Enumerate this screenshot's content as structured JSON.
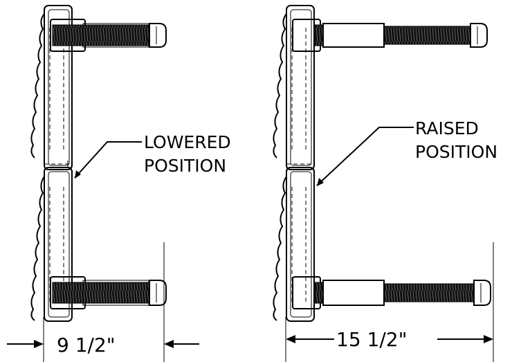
{
  "callouts": {
    "lowered": {
      "line1": "LOWERED",
      "line2": "POSITION"
    },
    "raised": {
      "line1": "RAISED",
      "line2": "POSITION"
    }
  },
  "dimensions": {
    "lowered_width": "9  1/2\"",
    "raised_width": "15  1/2\""
  },
  "colors": {
    "ink": "#000000",
    "background": "#ffffff"
  }
}
